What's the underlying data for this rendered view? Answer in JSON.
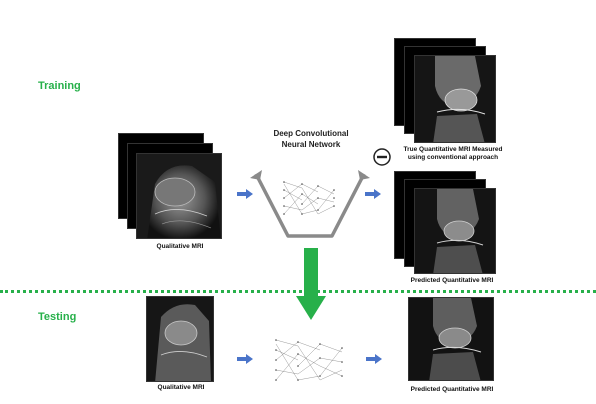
{
  "sections": {
    "training": "Training",
    "testing": "Testing"
  },
  "network": {
    "title_line1": "Deep Convolutional",
    "title_line2": "Neural Network"
  },
  "captions": {
    "train_input": "Qualitative MRI",
    "true_output_line1": "True Quantitative MRI Measured",
    "true_output_line2": "using conventional approach",
    "train_predicted": "Predicted Quantitative MRI",
    "test_input": "Qualitative MRI",
    "test_predicted": "Predicted Quantitative MRI"
  },
  "colors": {
    "accent_green": "#27b04a",
    "arrow_blue": "#4a74c9"
  },
  "icons": {
    "minus": "minus-circle-icon",
    "arrow": "right-arrow-icon",
    "down_arrow": "down-arrow-icon"
  }
}
